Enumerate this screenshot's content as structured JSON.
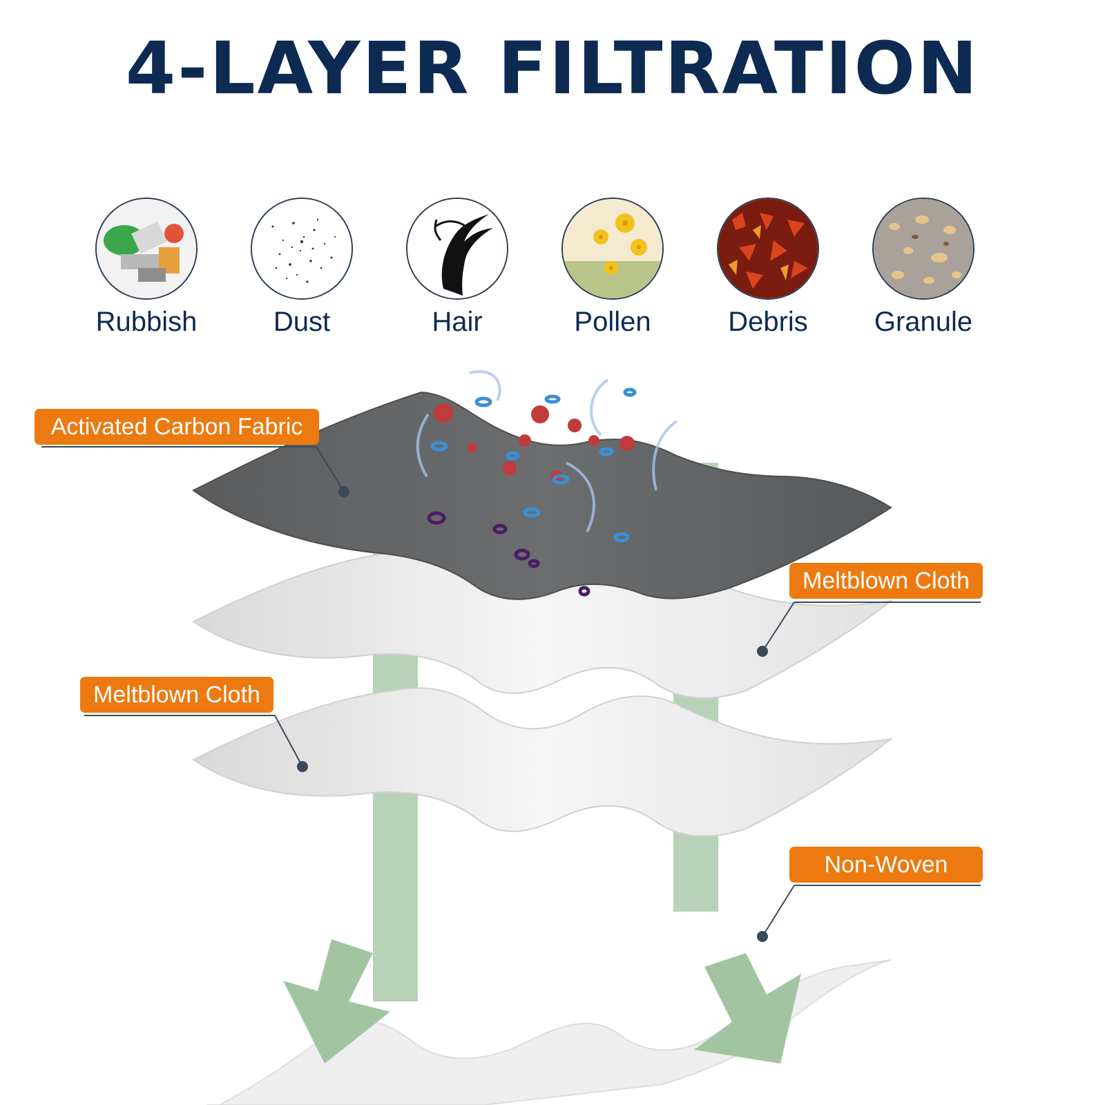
{
  "title": "4-LAYER FILTRATION",
  "contaminants": [
    {
      "label": "Rubbish",
      "icon": "rubbish-icon"
    },
    {
      "label": "Dust",
      "icon": "dust-icon"
    },
    {
      "label": "Hair",
      "icon": "hair-icon"
    },
    {
      "label": "Pollen",
      "icon": "pollen-icon"
    },
    {
      "label": "Debris",
      "icon": "debris-icon"
    },
    {
      "label": "Granule",
      "icon": "granule-icon"
    }
  ],
  "layers": [
    {
      "label": "Activated Carbon Fabric"
    },
    {
      "label": "Meltblown Cloth"
    },
    {
      "label": "Meltblown Cloth"
    },
    {
      "label": "Non-Woven"
    }
  ],
  "colors": {
    "title": "#0d2a52",
    "tag": "#ec7a10",
    "carbon_layer": "#5f6163",
    "cloth_layer": "#e9e9e9",
    "airflow": "#9fc39d"
  }
}
